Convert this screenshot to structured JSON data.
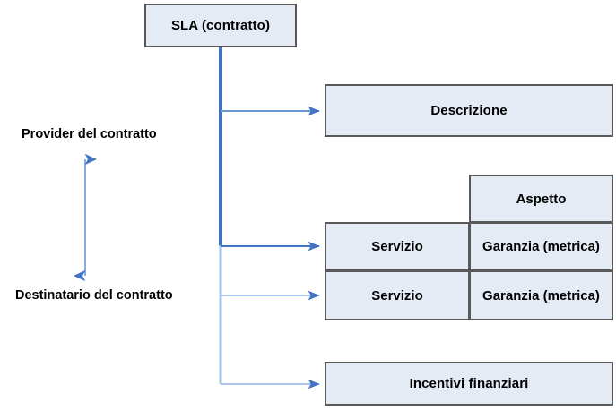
{
  "diagram": {
    "type": "tree-diagram",
    "title_node": {
      "label": "SLA (contratto)"
    },
    "branches": [
      {
        "label": "Descrizione"
      },
      {
        "label": "Servizio"
      },
      {
        "label": "Servizio"
      },
      {
        "label": "Incentivi finanziari"
      }
    ],
    "matrix": {
      "header": {
        "label": "Aspetto"
      },
      "rows": [
        {
          "service": "Servizio",
          "guarantee": "Garanzia (metrica)"
        },
        {
          "service": "Servizio",
          "guarantee": "Garanzia (metrica)"
        }
      ]
    },
    "side_labels": {
      "top": "Provider del contratto",
      "bottom": "Destinatario del contratto"
    },
    "colors": {
      "node_fill": "#e4ebf5",
      "node_border": "#595959",
      "connector_blue": "#4472c4",
      "connector_blue_light": "#a9c4e8",
      "text": "#000000",
      "background": "#ffffff"
    }
  }
}
